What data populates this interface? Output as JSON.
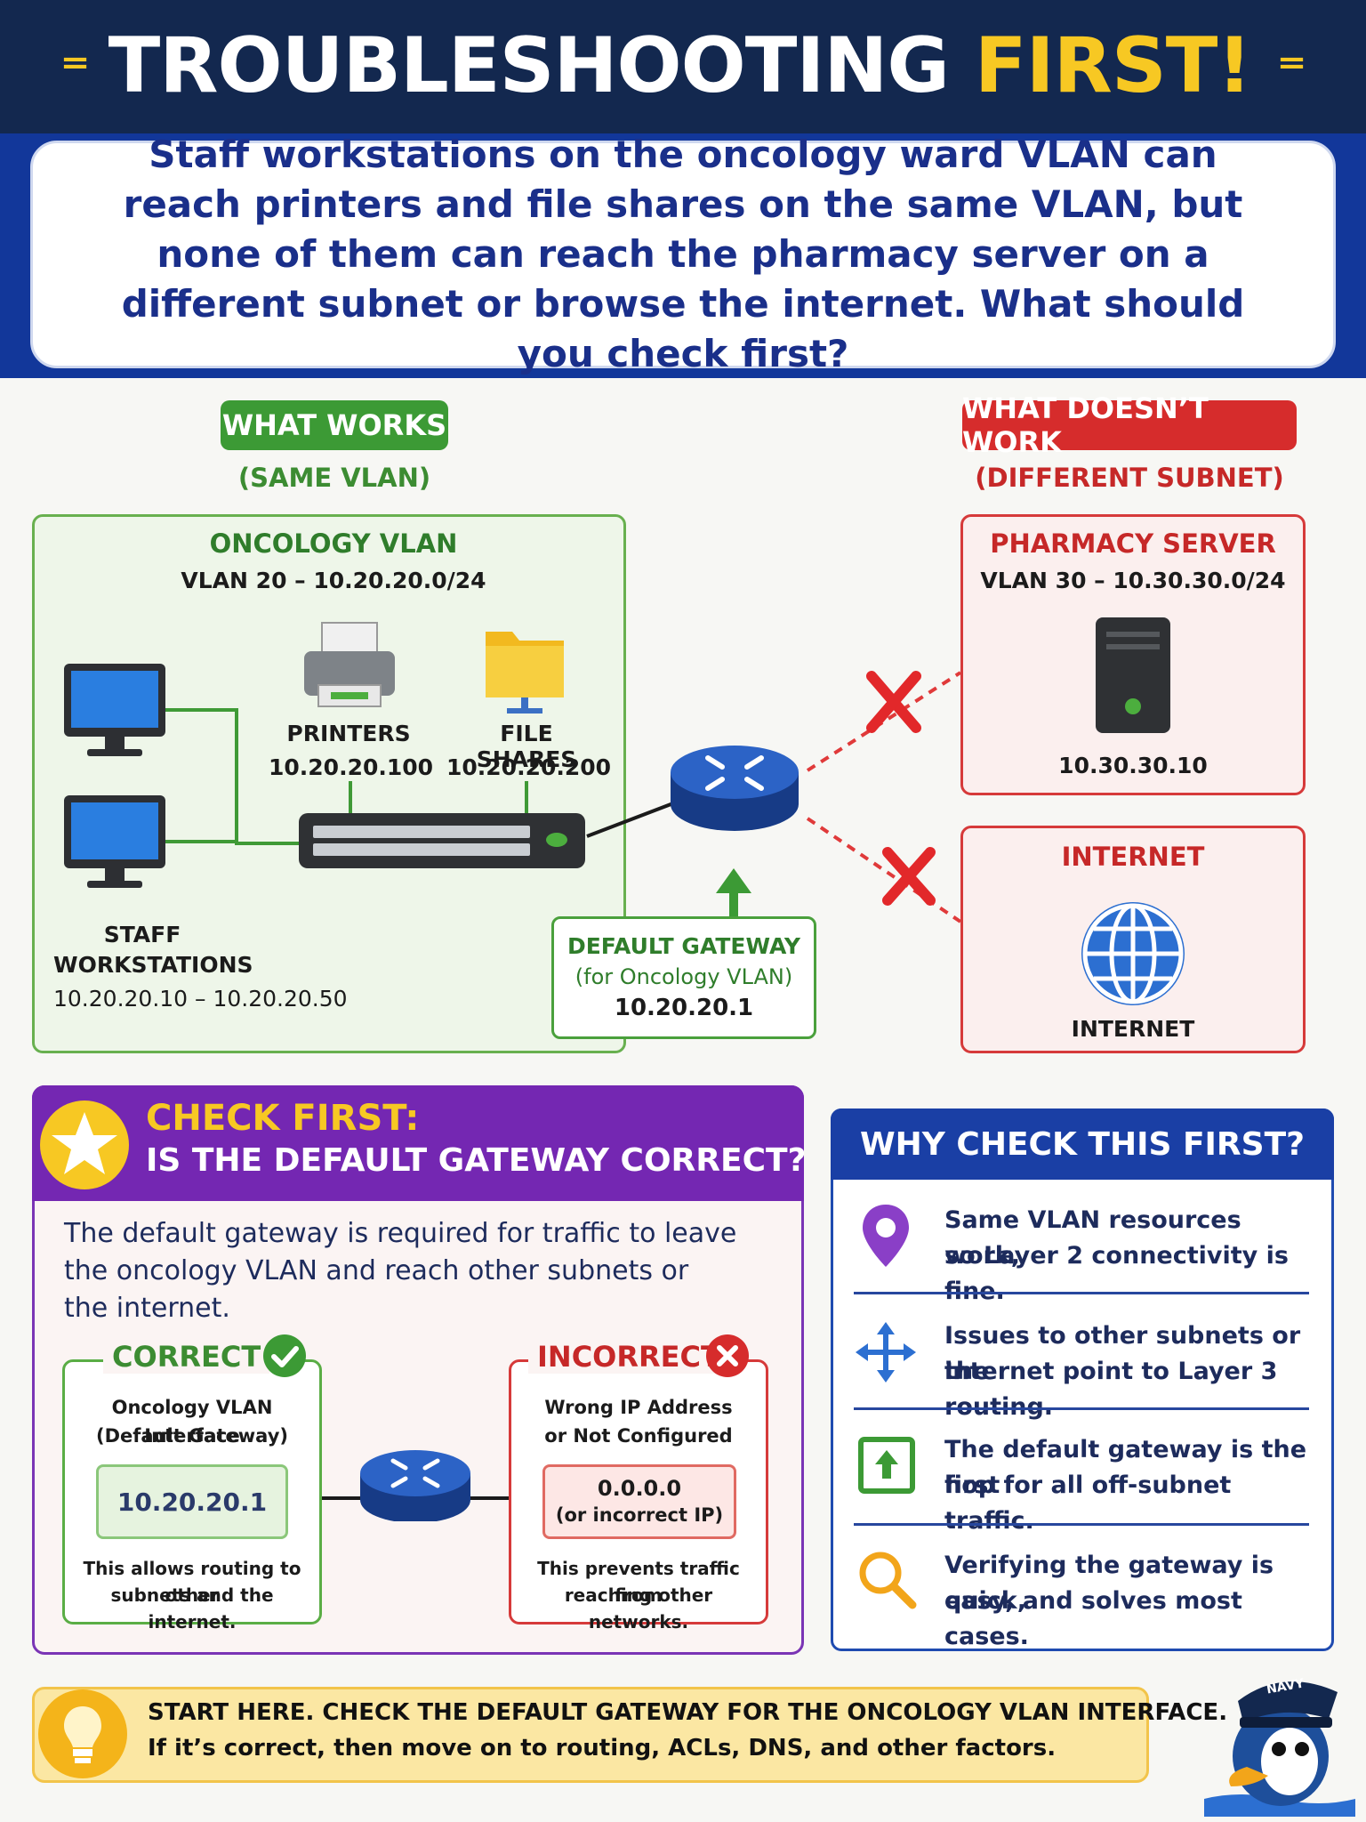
{
  "header": {
    "title_main": "TROUBLESHOOTING",
    "title_highlight": "FIRST!",
    "question": "Staff workstations on the oncology ward VLAN can reach printers and file shares on the same VLAN, but none of them can reach the pharmacy server on a different subnet or browse the internet. What should you check first?"
  },
  "works": {
    "badge": "WHAT WORKS",
    "subtitle": "(SAME VLAN)",
    "vlan_name": "ONCOLOGY VLAN",
    "vlan_info": "VLAN 20 – 10.20.20.0/24",
    "printers_label": "PRINTERS",
    "printers_ip": "10.20.20.100",
    "fileshares_label": "FILE SHARES",
    "fileshares_ip": "10.20.20.200",
    "workstations_label_1": "STAFF",
    "workstations_label_2": "WORKSTATIONS",
    "workstations_range": "10.20.20.10 – 10.20.20.50"
  },
  "gateway": {
    "title": "DEFAULT GATEWAY",
    "subtitle": "(for Oncology VLAN)",
    "ip": "10.20.20.1"
  },
  "doesnt_work": {
    "badge": "WHAT DOESN’T WORK",
    "subtitle": "(DIFFERENT SUBNET)",
    "pharmacy_title": "PHARMACY SERVER",
    "pharmacy_vlan": "VLAN 30 – 10.30.30.0/24",
    "pharmacy_ip": "10.30.30.10",
    "internet_title": "INTERNET",
    "internet_label": "INTERNET"
  },
  "check_first": {
    "heading_1": "CHECK FIRST:",
    "heading_2": "IS THE DEFAULT GATEWAY CORRECT?",
    "body": "The default gateway is required for traffic to leave the oncology VLAN and reach other subnets or the internet.",
    "correct": {
      "title": "CORRECT",
      "line1": "Oncology VLAN Interface",
      "line2": "(Default Gateway)",
      "ip": "10.20.20.1",
      "note1": "This allows routing to other",
      "note2": "subnets and the internet."
    },
    "incorrect": {
      "title": "INCORRECT",
      "line1": "Wrong IP Address",
      "line2": "or Not Configured",
      "ip": "0.0.0.0",
      "ip_note": "(or incorrect IP)",
      "note1": "This prevents traffic from",
      "note2": "reaching other networks."
    }
  },
  "why": {
    "title": "WHY CHECK THIS FIRST?",
    "items": [
      {
        "icon": "location-pin-icon",
        "l1": "Same VLAN resources work,",
        "l2": "so Layer 2 connectivity is fine."
      },
      {
        "icon": "move-arrows-icon",
        "l1": "Issues to other subnets or the",
        "l2": "internet point to Layer 3 routing."
      },
      {
        "icon": "up-arrow-box-icon",
        "l1": "The default gateway is the first",
        "l2": "hop for all off-subnet traffic."
      },
      {
        "icon": "magnifier-icon",
        "l1": "Verifying the gateway is quick,",
        "l2": "easy, and solves most cases."
      }
    ]
  },
  "footer": {
    "line1": "START HERE. CHECK THE DEFAULT GATEWAY FOR THE ONCOLOGY VLAN INTERFACE.",
    "line2": "If it’s correct, then move on to routing, ACLs, DNS, and other factors.",
    "mascot_cap": "NAVY"
  },
  "colors": {
    "navy": "#13284f",
    "blue": "#12379a",
    "yellow": "#f7c823",
    "green": "#3c9a35",
    "red": "#d62c2c",
    "purple": "#7427b2"
  }
}
